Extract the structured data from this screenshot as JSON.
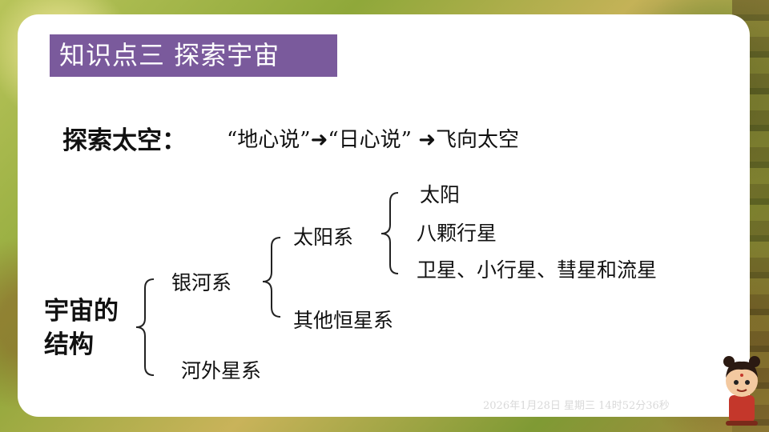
{
  "slide": {
    "title": "知识点三  探索宇宙",
    "explore_label": "探索太空：",
    "explore_chain": "“地心说”➜“日心说” ➜飞向太空",
    "root": "宇宙的结构",
    "milky_way": "银河系",
    "solar_system": "太阳系",
    "sun": "太阳",
    "planets": "八颗行星",
    "small_bodies": "卫星、小行星、彗星和流星",
    "other_systems": "其他恒星系",
    "extragalactic": "河外星系",
    "watermark": "2026年1月28日 星期三 14时52分36秒"
  },
  "colors": {
    "title_bg": "#7a5a9c",
    "text": "#111111",
    "card": "#ffffff"
  }
}
